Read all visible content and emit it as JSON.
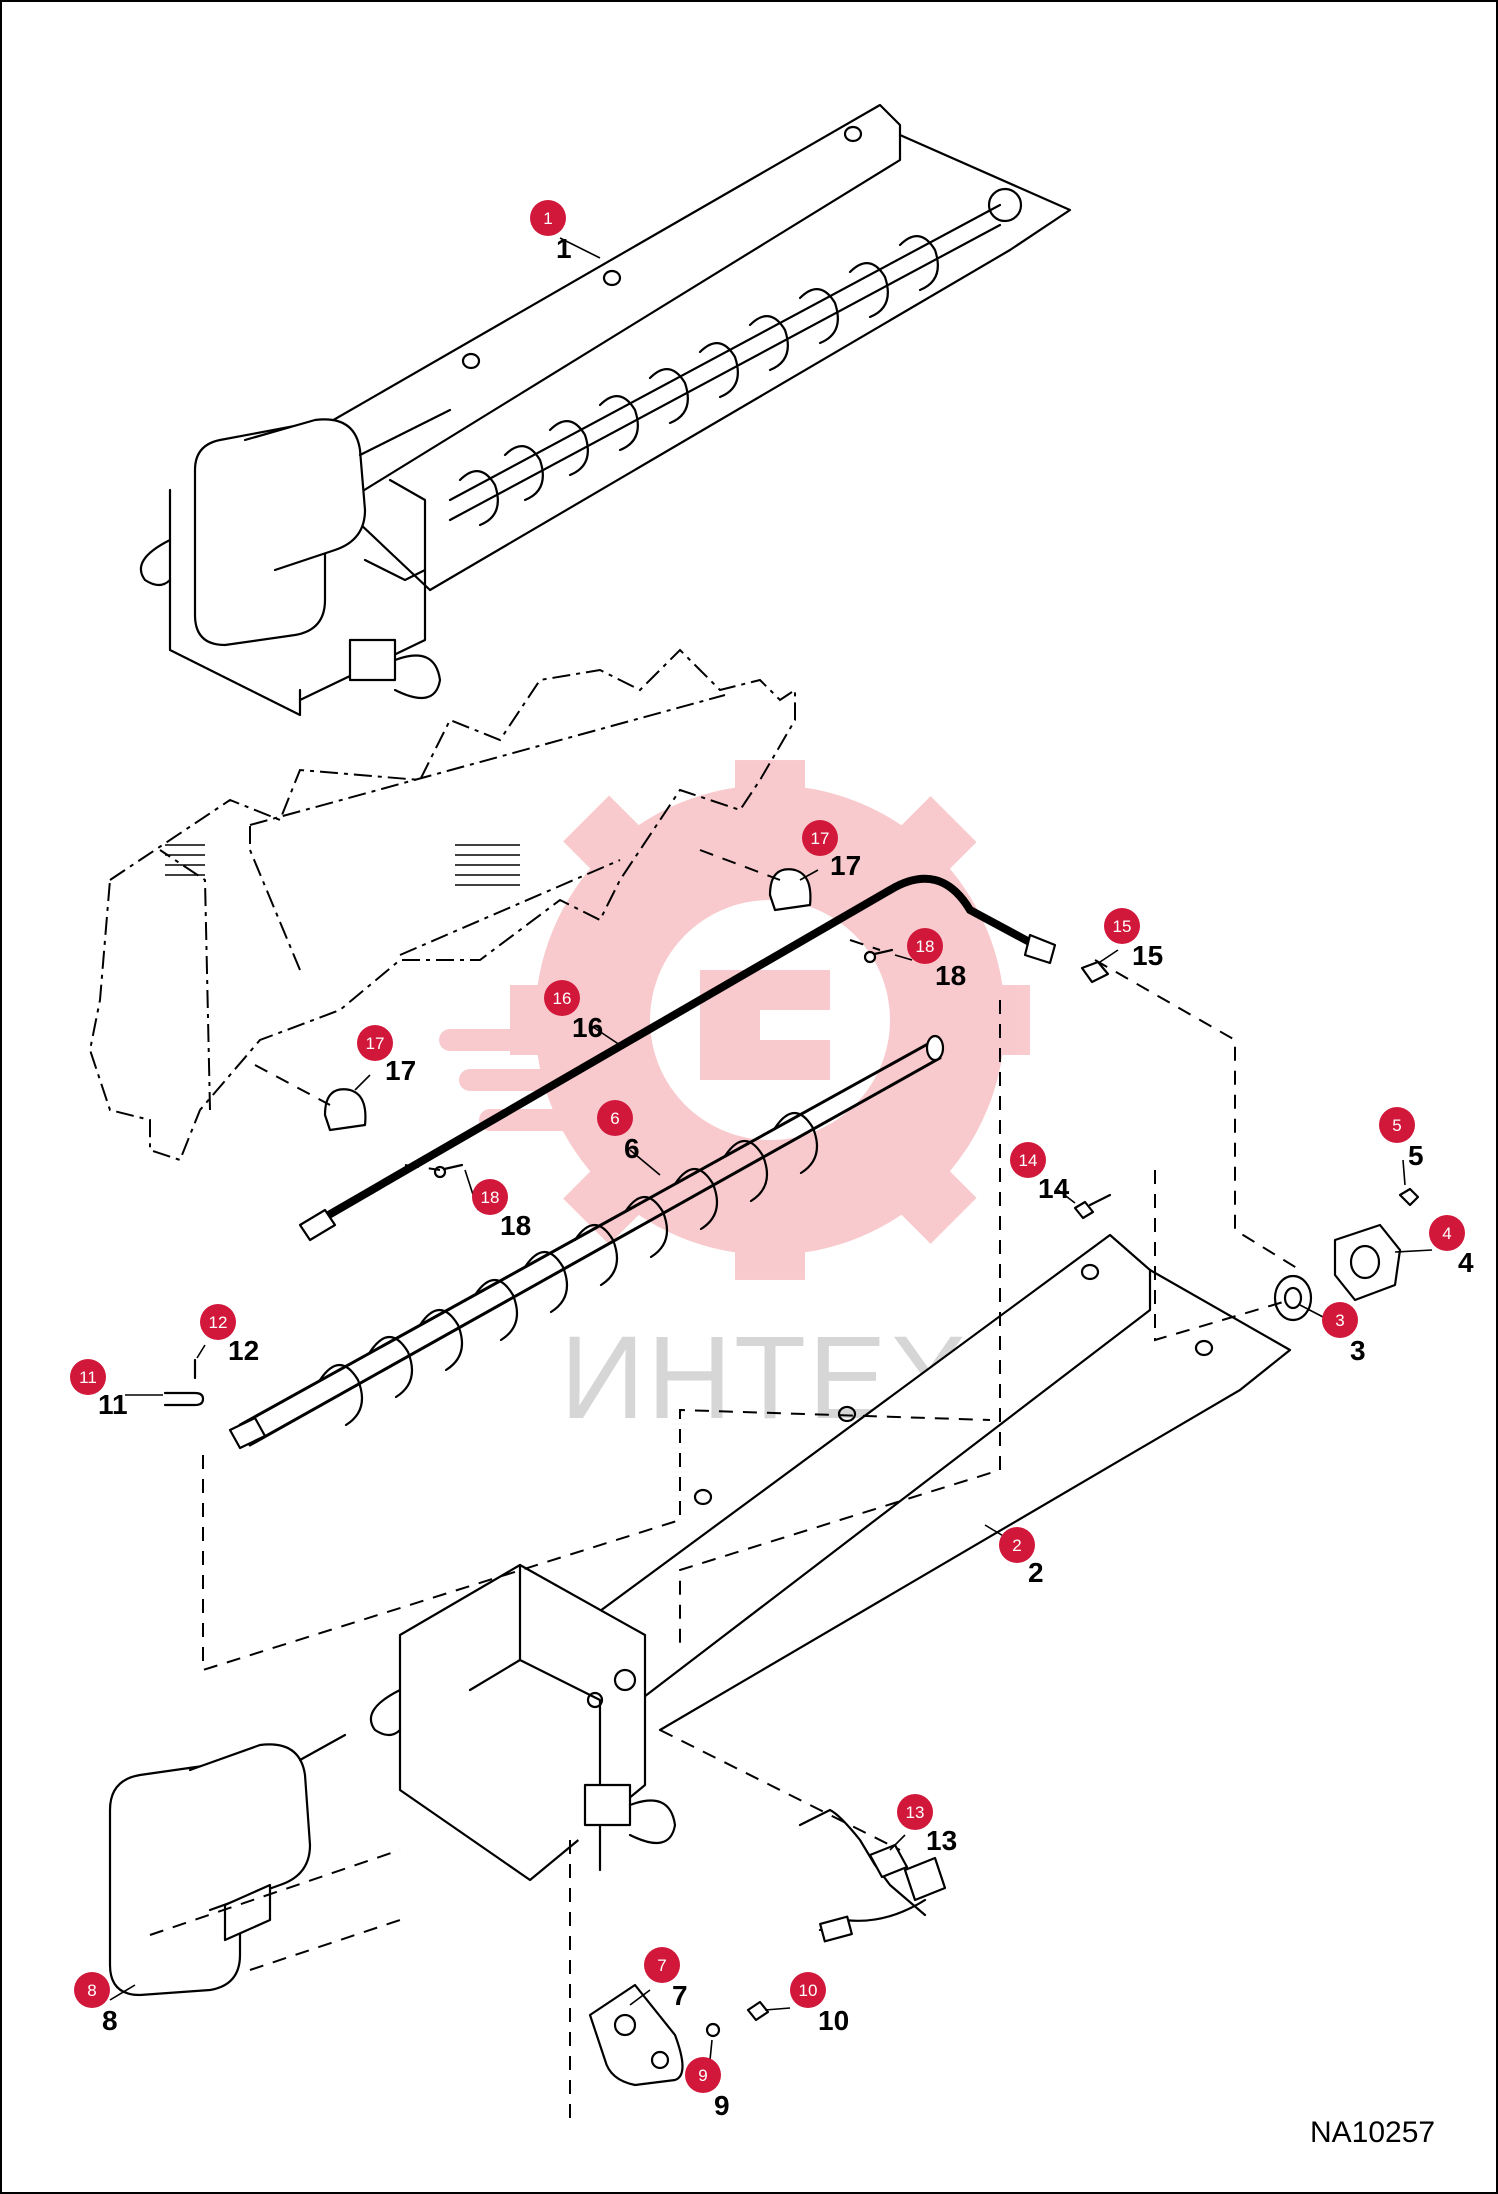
{
  "diagram": {
    "reference_code": "NA10257",
    "watermark_text": "ИНТЕХ",
    "colors": {
      "callout": "#d1183a",
      "watermark_gear": "#f4a0a6",
      "watermark_text": "#c9c9c9",
      "line": "#000000"
    }
  },
  "callouts": [
    {
      "id": "1",
      "badge": "1",
      "label": "1"
    },
    {
      "id": "2",
      "badge": "2",
      "label": "2"
    },
    {
      "id": "3",
      "badge": "3",
      "label": "3"
    },
    {
      "id": "4",
      "badge": "4",
      "label": "4"
    },
    {
      "id": "5",
      "badge": "5",
      "label": "5"
    },
    {
      "id": "6",
      "badge": "6",
      "label": "6"
    },
    {
      "id": "7",
      "badge": "7",
      "label": "7"
    },
    {
      "id": "8",
      "badge": "8",
      "label": "8"
    },
    {
      "id": "9",
      "badge": "9",
      "label": "9"
    },
    {
      "id": "10",
      "badge": "10",
      "label": "10"
    },
    {
      "id": "11",
      "badge": "11",
      "label": "11"
    },
    {
      "id": "12",
      "badge": "12",
      "label": "12"
    },
    {
      "id": "13",
      "badge": "13",
      "label": "13"
    },
    {
      "id": "14",
      "badge": "14",
      "label": "14"
    },
    {
      "id": "15",
      "badge": "15",
      "label": "15"
    },
    {
      "id": "16",
      "badge": "16",
      "label": "16"
    },
    {
      "id": "17a",
      "badge": "17",
      "label": "17"
    },
    {
      "id": "17b",
      "badge": "17",
      "label": "17"
    },
    {
      "id": "18a",
      "badge": "18",
      "label": "18"
    },
    {
      "id": "18b",
      "badge": "18",
      "label": "18"
    }
  ]
}
